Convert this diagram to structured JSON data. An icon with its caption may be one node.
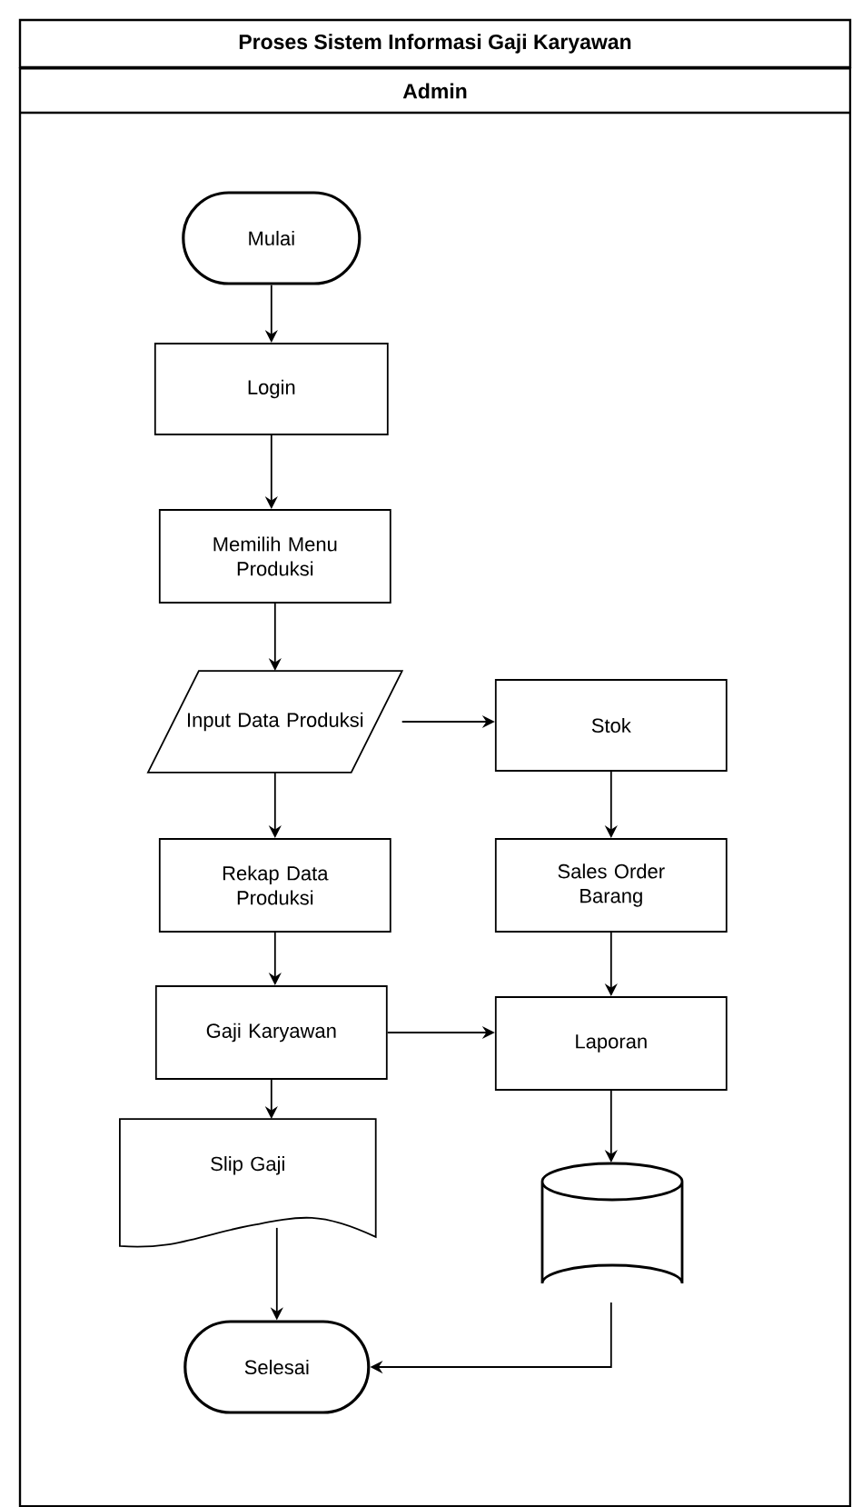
{
  "diagram": {
    "title": "Proses Sistem Informasi Gaji Karyawan",
    "nodes": [
      {
        "text": [
          "Admin"
        ]
      },
      {
        "text": [
          "Mulai"
        ],
        "in": 0
      },
      {
        "text": [
          "Login"
        ],
        "in": 0
      },
      {
        "text": [
          "Memilih Menu Produksi"
        ],
        "in": 0
      },
      {
        "text": [
          "Input Data Produksi"
        ],
        "in": 0
      },
      {
        "text": [
          "Stok"
        ],
        "in": 0
      },
      {
        "text": [
          "Rekap Data Produksi"
        ],
        "in": 0
      },
      {
        "text": [
          "Sales Order Barang"
        ],
        "in": 0
      },
      {
        "text": [
          "Gaji Karyawan"
        ],
        "in": 0
      },
      {
        "text": [
          "Laporan"
        ],
        "in": 0
      },
      {
        "text": [
          "Slip Gaji"
        ],
        "in": 0
      },
      {
        "text": [],
        "shape": "cylinder",
        "in": 0
      },
      {
        "text": [
          "Selesai"
        ],
        "in": 0
      }
    ],
    "edges": [
      {
        "from": 1,
        "to": 2,
        "arrow": "to"
      },
      {
        "from": 2,
        "to": 3,
        "arrow": "to"
      },
      {
        "from": 3,
        "to": 4,
        "arrow": "to"
      },
      {
        "from": 4,
        "to": 5,
        "arrow": "to"
      },
      {
        "from": 4,
        "to": 6,
        "arrow": "to"
      },
      {
        "from": 5,
        "to": 7,
        "arrow": "to"
      },
      {
        "from": 6,
        "to": 8,
        "arrow": "to"
      },
      {
        "from": 7,
        "to": 9,
        "arrow": "to"
      },
      {
        "from": 8,
        "to": 9,
        "arrow": "to"
      },
      {
        "from": 8,
        "to": 10,
        "arrow": "to"
      },
      {
        "from": 9,
        "to": 11,
        "arrow": "to"
      },
      {
        "from": 10,
        "to": 12,
        "arrow": "to"
      },
      {
        "from": 11,
        "to": 12,
        "arrow": "to"
      }
    ]
  }
}
